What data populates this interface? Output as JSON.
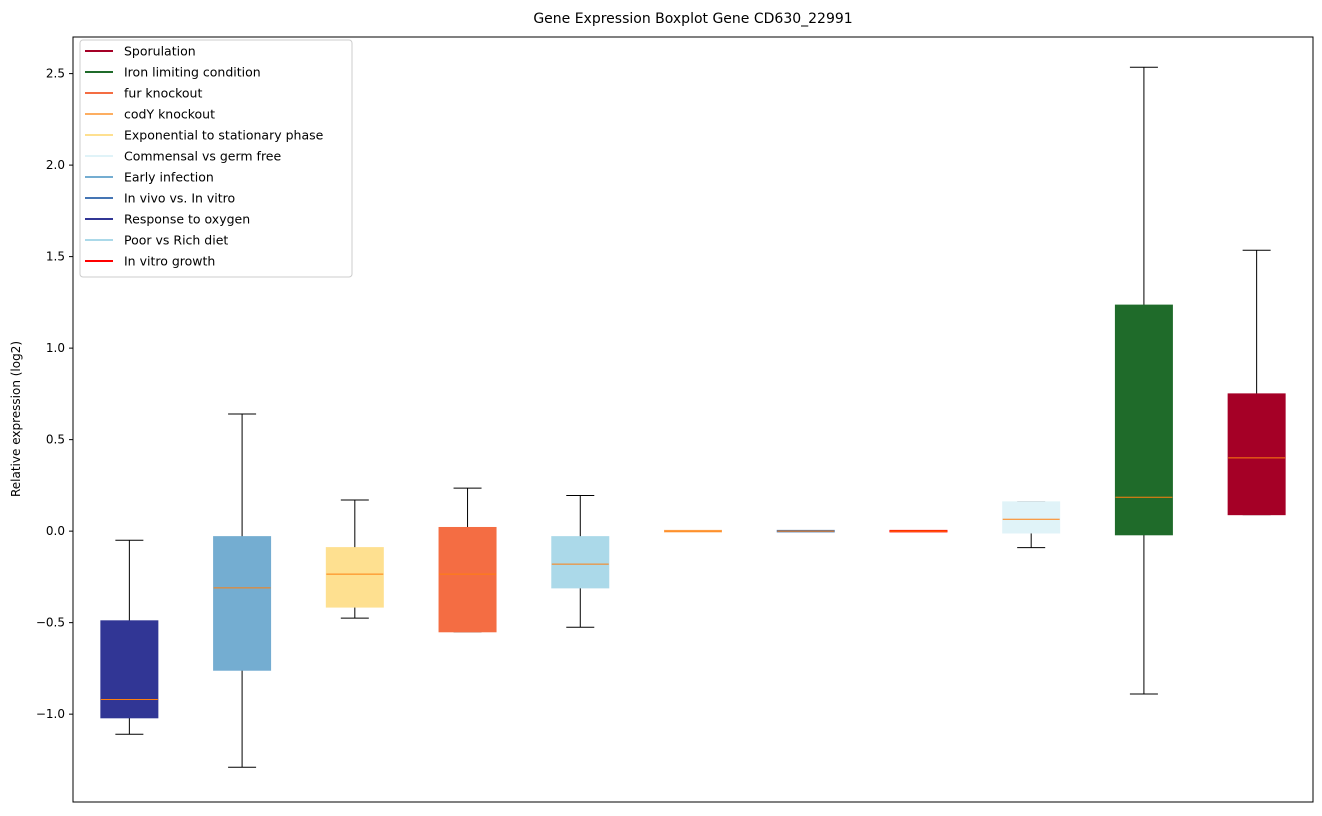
{
  "chart_data": {
    "type": "boxplot",
    "title": "Gene Expression Boxplot Gene CD630_22991",
    "xlabel": "",
    "ylabel": "Relative expression (log2)",
    "ylim": [
      -1.48,
      2.7
    ],
    "yticks": [
      -1.0,
      -0.5,
      0.0,
      0.5,
      1.0,
      1.5,
      2.0,
      2.5
    ],
    "ytick_labels": [
      "−1.0",
      "−0.5",
      "0.0",
      "0.5",
      "1.0",
      "1.5",
      "2.0",
      "2.5"
    ],
    "grid": false,
    "legend_position": "upper-left",
    "legend": [
      {
        "label": "Sporulation",
        "color": "#a50026"
      },
      {
        "label": "Iron limiting condition",
        "color": "#1f6b2a"
      },
      {
        "label": "fur knockout",
        "color": "#f46d43"
      },
      {
        "label": "codY knockout",
        "color": "#fdae61"
      },
      {
        "label": "Exponential to stationary phase",
        "color": "#fee090"
      },
      {
        "label": "Commensal vs germ free",
        "color": "#e0f3f8"
      },
      {
        "label": "Early infection",
        "color": "#74add1"
      },
      {
        "label": "In vivo vs. In vitro",
        "color": "#4575b4"
      },
      {
        "label": "Response to oxygen",
        "color": "#313695"
      },
      {
        "label": "Poor vs Rich diet",
        "color": "#abd9e9"
      },
      {
        "label": "In vitro growth",
        "color": "#ff0000"
      }
    ],
    "median_color": "#ff7f0e",
    "boxes": [
      {
        "group": "Response to oxygen",
        "color": "#313695",
        "whislo": -1.11,
        "q1": -1.02,
        "med": -0.92,
        "q3": -0.49,
        "whishi": -0.05
      },
      {
        "group": "Early infection",
        "color": "#74add1",
        "whislo": -1.29,
        "q1": -0.76,
        "med": -0.31,
        "q3": -0.03,
        "whishi": 0.64
      },
      {
        "group": "Exponential to stationary phase",
        "color": "#fee090",
        "whislo": -0.475,
        "q1": -0.415,
        "med": -0.235,
        "q3": -0.09,
        "whishi": 0.17
      },
      {
        "group": "fur knockout",
        "color": "#f46d43",
        "whislo": -0.55,
        "q1": -0.55,
        "med": -0.235,
        "q3": 0.02,
        "whishi": 0.235
      },
      {
        "group": "Poor vs Rich diet",
        "color": "#abd9e9",
        "whislo": -0.525,
        "q1": -0.31,
        "med": -0.18,
        "q3": -0.03,
        "whishi": 0.195
      },
      {
        "group": "codY knockout",
        "color": "#fdae61",
        "whislo": 0.0,
        "q1": 0.0,
        "med": 0.0,
        "q3": 0.0,
        "whishi": 0.0
      },
      {
        "group": "In vivo vs. In vitro",
        "color": "#4575b4",
        "whislo": 0.0,
        "q1": 0.0,
        "med": 0.0,
        "q3": 0.0,
        "whishi": 0.0
      },
      {
        "group": "In vitro growth",
        "color": "#ff0000",
        "whislo": 0.0,
        "q1": 0.0,
        "med": 0.0,
        "q3": 0.0,
        "whishi": 0.0
      },
      {
        "group": "Commensal vs germ free",
        "color": "#e0f3f8",
        "whislo": -0.09,
        "q1": -0.01,
        "med": 0.065,
        "q3": 0.16,
        "whishi": 0.16
      },
      {
        "group": "Iron limiting condition",
        "color": "#1f6b2a",
        "whislo": -0.89,
        "q1": -0.02,
        "med": 0.185,
        "q3": 1.235,
        "whishi": 2.535
      },
      {
        "group": "Sporulation",
        "color": "#a50026",
        "whislo": 0.09,
        "q1": 0.09,
        "med": 0.4,
        "q3": 0.75,
        "whishi": 1.535
      }
    ]
  }
}
